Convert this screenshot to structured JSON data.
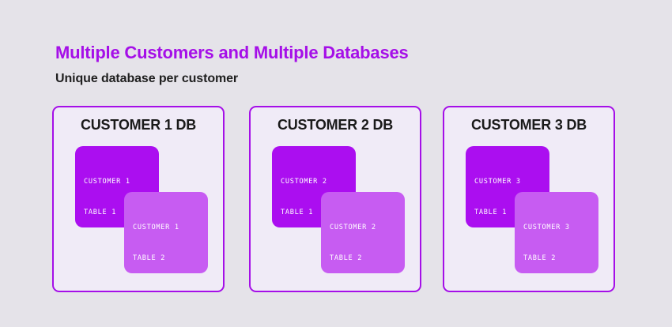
{
  "heading": "Multiple Customers and Multiple Databases",
  "subheading": "Unique database per customer",
  "colors": {
    "page_background": "#E5E3E9",
    "accent_purple": "#A50FE8",
    "card_background": "#F0EBF7",
    "table1_fill": "#AB0EF0",
    "table2_fill": "#C75CF2",
    "heading_text": "#A50FE8",
    "subheading_text": "#1F1F1F",
    "card_title_text": "#1A1A1A",
    "table_text": "#FFFFFF"
  },
  "cards": [
    {
      "title": "CUSTOMER 1 DB",
      "tables": [
        {
          "line1": "CUSTOMER 1",
          "line2": "TABLE 1"
        },
        {
          "line1": "CUSTOMER 1",
          "line2": "TABLE 2"
        }
      ]
    },
    {
      "title": "CUSTOMER 2 DB",
      "tables": [
        {
          "line1": "CUSTOMER 2",
          "line2": "TABLE 1"
        },
        {
          "line1": "CUSTOMER 2",
          "line2": "TABLE 2"
        }
      ]
    },
    {
      "title": "CUSTOMER 3 DB",
      "tables": [
        {
          "line1": "CUSTOMER 3",
          "line2": "TABLE 1"
        },
        {
          "line1": "CUSTOMER 3",
          "line2": "TABLE 2"
        }
      ]
    }
  ]
}
